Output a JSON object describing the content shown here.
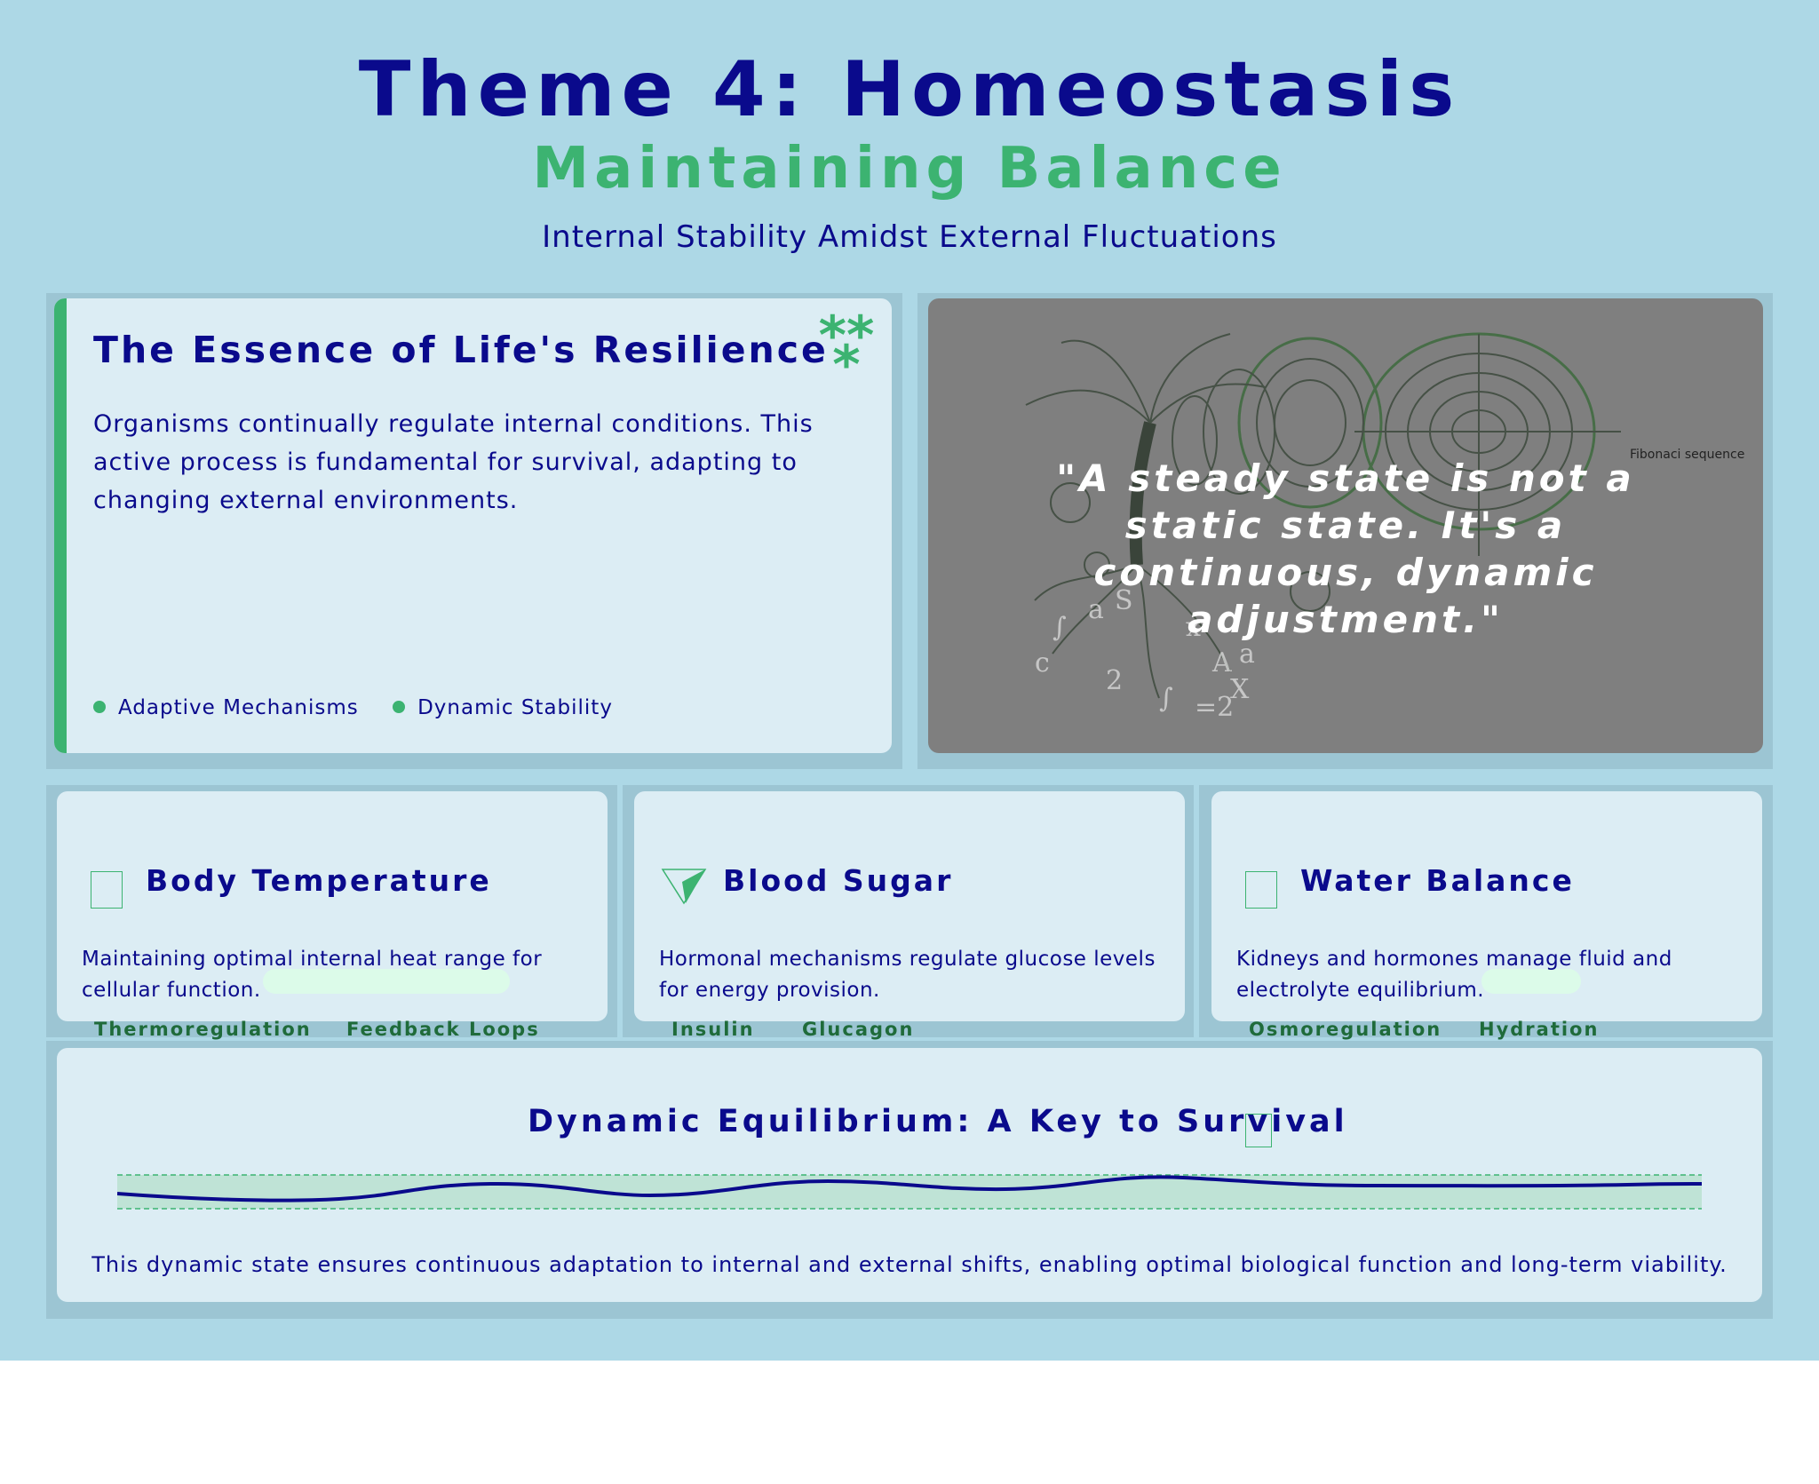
{
  "header": {
    "title": "Theme 4: Homeostasis",
    "subtitle": "Maintaining Balance",
    "tagline": "Internal Stability Amidst External Fluctuations"
  },
  "essence": {
    "title": "The Essence of Life's Resilience",
    "decor": "**\n*",
    "body": "Organisms continually regulate internal conditions. This active process is fundamental for survival, adapting to changing external environments.",
    "chips": [
      "Adaptive Mechanisms",
      "Dynamic Stability"
    ]
  },
  "quote": {
    "text": "\"A steady state is not a static state. It's a continuous, dynamic adjustment.\"",
    "image_label": "Fibonaci sequence"
  },
  "cards": [
    {
      "title": "Body Temperature",
      "icon": "square-outline-icon",
      "body": "Maintaining optimal internal heat range for cellular  function.",
      "tags": [
        "Thermoregulation",
        "Feedback Loops"
      ]
    },
    {
      "title": "Blood Sugar",
      "icon": "paper-plane-icon",
      "body": "Hormonal mechanisms regulate glucose levels for energy provision.",
      "tags": [
        "Insulin",
        "Glucagon"
      ]
    },
    {
      "title": "Water Balance",
      "icon": "square-outline-icon",
      "body": "Kidneys and hormones manage fluid and electrolyte equilibrium.",
      "tags": [
        "Osmoregulation",
        "Hydration"
      ]
    }
  ],
  "equilibrium": {
    "title": "Dynamic Equilibrium: A Key to Survival",
    "icon": "square-outline-icon",
    "body": "This dynamic state ensures continuous adaptation to internal and external shifts, enabling optimal biological function and long-term viability."
  },
  "colors": {
    "background": "#add8e6",
    "primary": "#0a0a8c",
    "accent": "#3cb371",
    "card": "#dcedf4"
  }
}
